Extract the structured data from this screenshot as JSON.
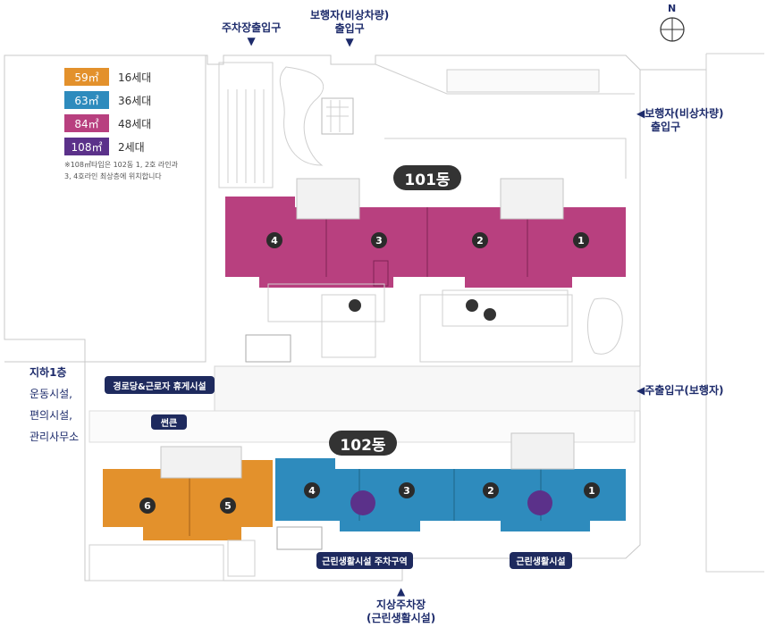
{
  "legend": [
    {
      "type": "59㎡",
      "count": "16세대",
      "color": "#e3912c"
    },
    {
      "type": "63㎡",
      "count": "36세대",
      "color": "#2e8bbd"
    },
    {
      "type": "84㎡",
      "count": "48세대",
      "color": "#b8407f"
    },
    {
      "type": "108㎡",
      "count": "2세대",
      "color": "#5b318a"
    }
  ],
  "legend_note_1": "※108㎡타입은 102동 1, 2호 라인과",
  "legend_note_2": "3, 4호라인 최상층에 위치합니다",
  "entrances": {
    "parking_top": "주차장출입구",
    "ped_top_1": "보행자(비상차량)",
    "ped_top_2": "출입구",
    "ped_right_1": "보행자(비상차량)",
    "ped_right_2": "출입구",
    "main_right": "주출입구(보행자)",
    "surface_parking_1": "지상주차장",
    "surface_parking_2": "(근린생활시설)"
  },
  "compass": "N",
  "buildings": {
    "b101": {
      "name": "101동",
      "units": [
        "4",
        "3",
        "2",
        "1"
      ]
    },
    "b102": {
      "name": "102동",
      "units": [
        "6",
        "5",
        "4",
        "3",
        "2",
        "1"
      ]
    }
  },
  "facilities": {
    "senior": "경로당&근로자 휴게시설",
    "sunken": "썬큰",
    "retail_parking": "근린생활시설 주차구역",
    "retail": "근린생활시설"
  },
  "basement": {
    "title": "지하1층",
    "items": [
      "운동시설,",
      "편의시설,",
      "관리사무소"
    ]
  }
}
